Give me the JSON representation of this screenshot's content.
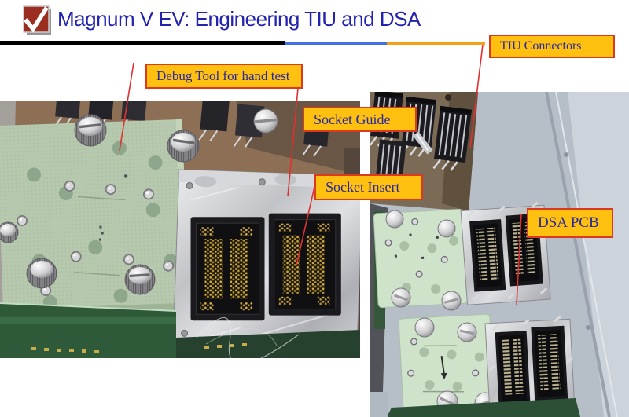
{
  "header": {
    "title": "Magnum V EV: Engineering TIU and DSA",
    "checkmark_icon": "checkmark"
  },
  "callouts": {
    "debug_tool": {
      "text": "Debug Tool for hand test"
    },
    "tiu_connectors": {
      "text": "TIU Connectors"
    },
    "socket_guide": {
      "text": "Socket Guide"
    },
    "socket_insert": {
      "text": "Socket Insert"
    },
    "dsa_pcb": {
      "text": "DSA PCB"
    }
  },
  "colors": {
    "title_text": "#2323AE",
    "callout_bg": "#FFC010",
    "callout_border": "#D93A20",
    "callout_text": "#28289E",
    "divider_black": "#000000",
    "divider_blue": "#4472E4",
    "divider_orange": "#F6A01A",
    "annotation_line": "#E03030",
    "checkmark_red": "#9B2D21",
    "fixture_green": "#B6C8AD",
    "pcb_green": "#2E5A3A",
    "aluminum": "#C2C3C7",
    "gold_pins": "#D2A93F"
  }
}
